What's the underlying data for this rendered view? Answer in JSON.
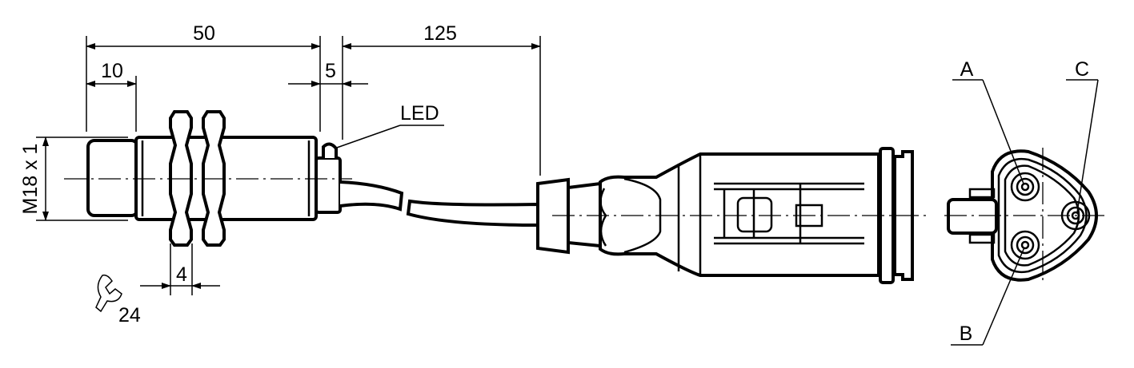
{
  "dimensions": {
    "overall_length": "50",
    "front_cap": "10",
    "rear_offset": "5",
    "cable_length": "125",
    "nut_thickness": "4",
    "thread": "M18 x 1",
    "wrench_size": "24"
  },
  "labels": {
    "led": "LED",
    "pin_a": "A",
    "pin_b": "B",
    "pin_c": "C"
  }
}
